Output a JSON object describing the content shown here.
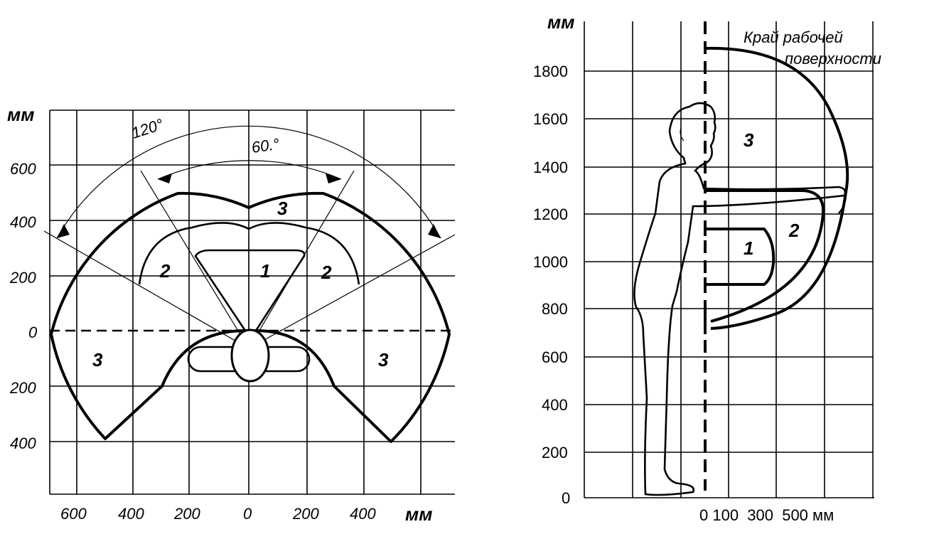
{
  "left": {
    "y_unit": "мм",
    "x_unit": "мм",
    "y_ticks": [
      "600",
      "400",
      "200",
      "0",
      "200",
      "400"
    ],
    "x_ticks": [
      "600",
      "400",
      "200",
      "0",
      "200",
      "400"
    ],
    "angle_outer": "120°",
    "angle_inner": "60.°",
    "zone_labels": [
      "1",
      "2",
      "2",
      "3",
      "3",
      "3"
    ]
  },
  "right": {
    "y_unit": "мм",
    "y_ticks": [
      "1800",
      "1600",
      "1400",
      "1200",
      "1000",
      "800",
      "600",
      "400",
      "200",
      "0"
    ],
    "x_ticks": "0 100  300  500 мм",
    "caption_line1": "Край рабочей",
    "caption_line2": "поверхности",
    "zone_labels": [
      "1",
      "2",
      "3"
    ]
  }
}
